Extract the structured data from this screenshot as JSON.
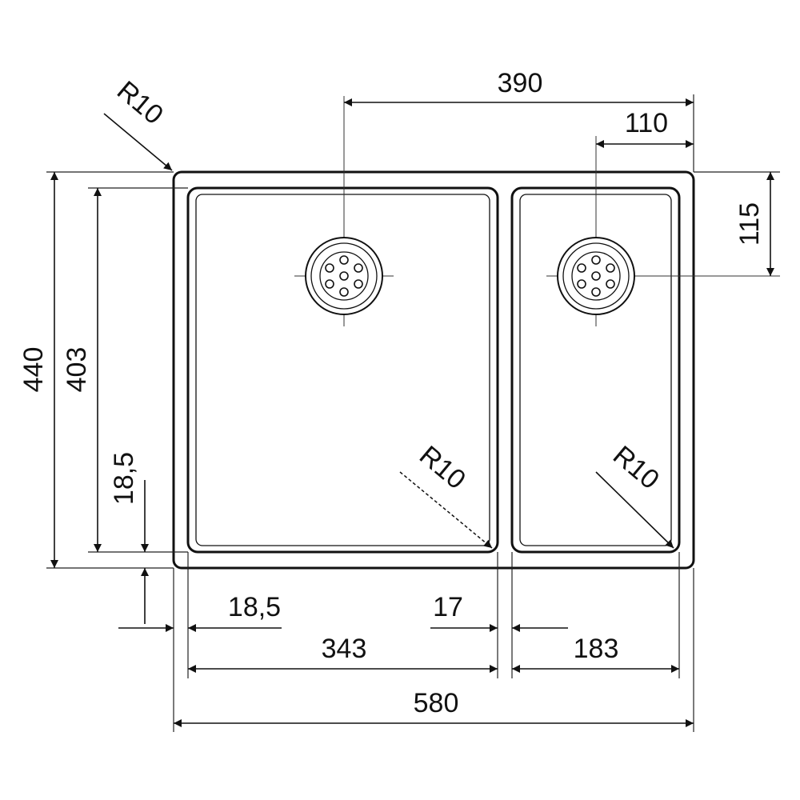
{
  "dimensions": {
    "overall_width": "580",
    "overall_depth": "440",
    "inner_depth": "403",
    "drain_offset": "390",
    "right_drain_offset": "110",
    "right_drain_depth": "115",
    "left_margin": "18,5",
    "bottom_margin": "18,5",
    "divider": "17",
    "left_bowl_width": "343",
    "right_bowl_width": "183"
  },
  "radii": {
    "corner": "R10",
    "left_bowl_corner": "R10",
    "right_bowl_corner": "R10"
  },
  "colors": {
    "line": "#111111",
    "background": "#ffffff"
  }
}
